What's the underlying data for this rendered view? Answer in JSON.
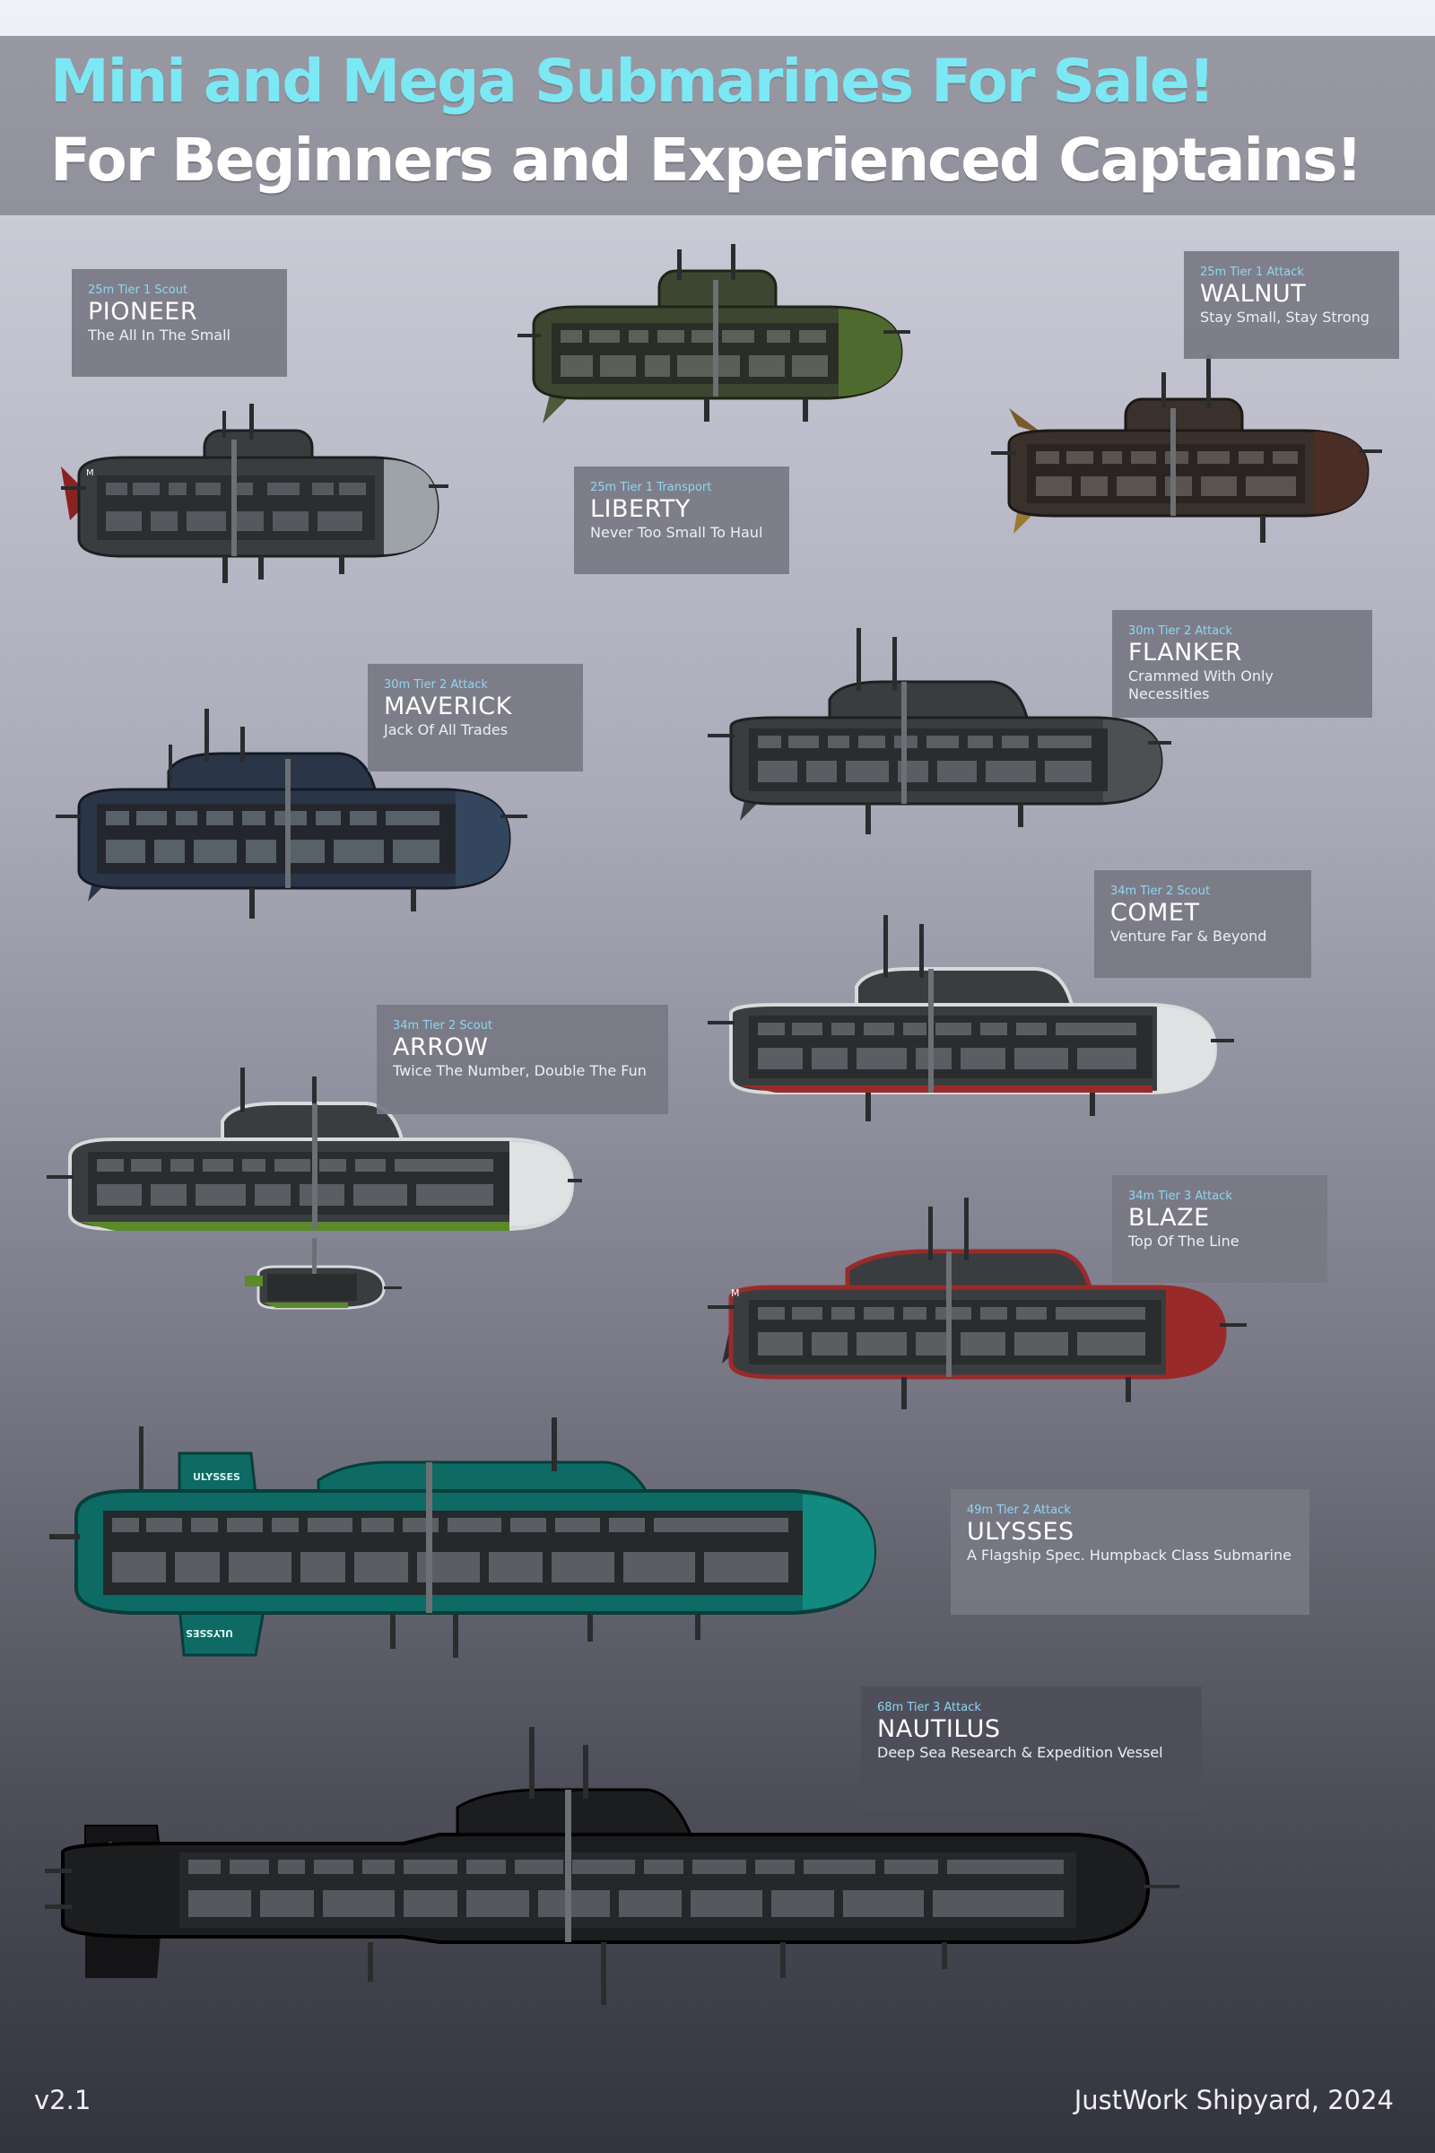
{
  "header": {
    "title": "Mini and Mega Submarines For Sale!",
    "subtitle": "For Beginners and Experienced Captains!"
  },
  "colors": {
    "title_cyan": "#7ce8f4",
    "spec_blue": "#8fd6f0",
    "hull_gray": "#3a3d3f",
    "hull_olive": "#3c4630",
    "hull_brown": "#3a302c",
    "hull_navy": "#2a3648",
    "hull_teal": "#0e6a64",
    "accent_red": "#9a2a2a",
    "accent_green": "#5a8a2a"
  },
  "submarines": {
    "pioneer": {
      "spec": "25m Tier 1 Scout",
      "name": "PIONEER",
      "tagline": "The All In The Small"
    },
    "liberty": {
      "spec": "25m Tier 1 Transport",
      "name": "LIBERTY",
      "tagline": "Never Too Small To Haul"
    },
    "walnut": {
      "spec": "25m Tier 1 Attack",
      "name": "WALNUT",
      "tagline": "Stay Small, Stay Strong"
    },
    "maverick": {
      "spec": "30m Tier 2 Attack",
      "name": "MAVERICK",
      "tagline": "Jack Of All Trades"
    },
    "flanker": {
      "spec": "30m Tier 2 Attack",
      "name": "FLANKER",
      "tagline": "Crammed With Only Necessities"
    },
    "comet": {
      "spec": "34m Tier 2 Scout",
      "name": "COMET",
      "tagline": "Venture Far & Beyond"
    },
    "arrow": {
      "spec": "34m Tier 2 Scout",
      "name": "ARROW",
      "tagline": "Twice The Number, Double The Fun"
    },
    "blaze": {
      "spec": "34m Tier 3 Attack",
      "name": "BLAZE",
      "tagline": "Top Of The Line"
    },
    "ulysses": {
      "spec": "49m Tier 2 Attack",
      "name": "ULYSSES",
      "tagline": "A Flagship Spec. Humpback Class Submarine"
    },
    "nautilus": {
      "spec": "68m Tier 3 Attack",
      "name": "NAUTILUS",
      "tagline": "Deep Sea Research & Expedition Vessel"
    }
  },
  "hull_markings": {
    "ulysses_sail": "ULYSSES",
    "ulysses_fin": "ULYSSES",
    "nautilus_fin": "N",
    "small_m": "M"
  },
  "footer": {
    "version": "v2.1",
    "studio": "JustWork Shipyard, 2024"
  }
}
